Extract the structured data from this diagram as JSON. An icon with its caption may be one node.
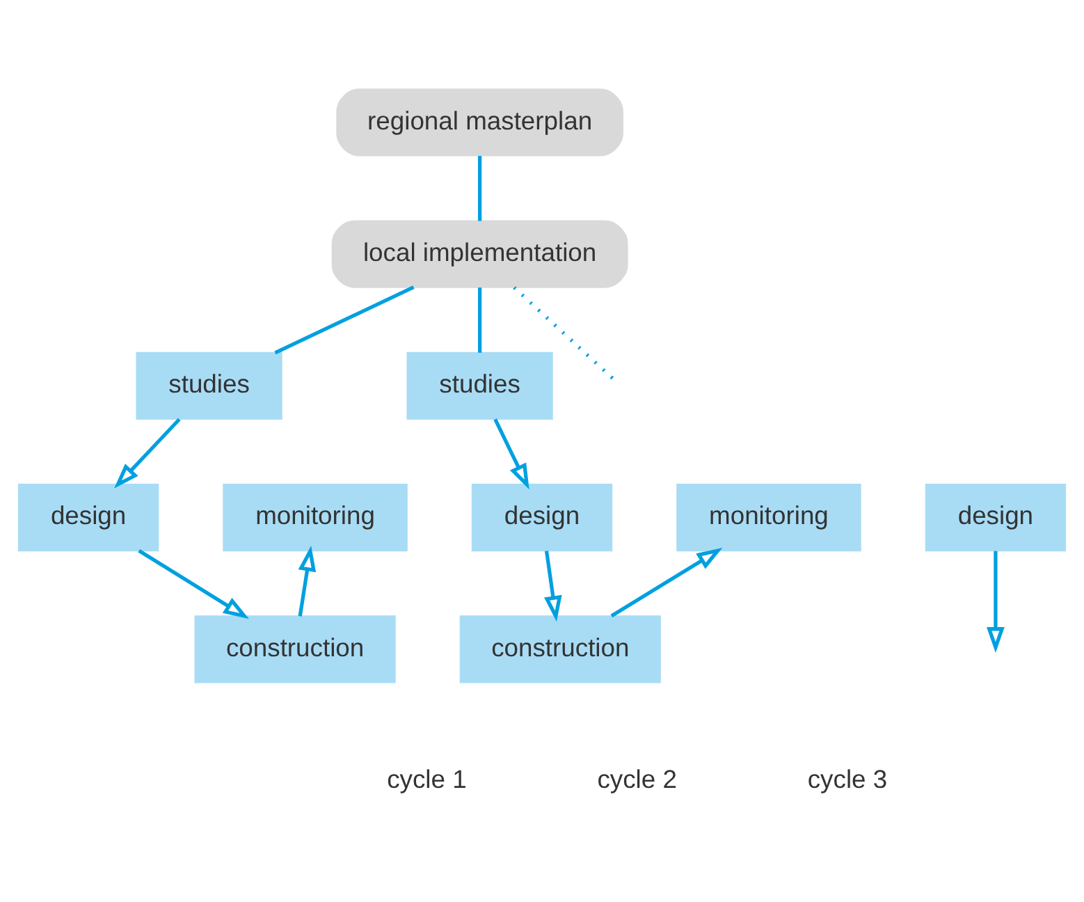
{
  "diagram": {
    "nodes": [
      {
        "text": [
          "regional masterplan"
        ]
      },
      {
        "text": [
          "local implementation"
        ]
      },
      {
        "text": [
          "studies"
        ]
      },
      {
        "text": [
          "design"
        ]
      },
      {
        "text": [
          "monitoring"
        ]
      },
      {
        "text": [
          "construction"
        ]
      },
      {
        "text": [
          "studies"
        ]
      },
      {
        "text": [
          "design"
        ]
      },
      {
        "text": [
          "monitoring"
        ]
      },
      {
        "text": [
          "construction"
        ]
      },
      {
        "text": [
          "design"
        ]
      }
    ],
    "edges": [
      {
        "from": 0,
        "to": 1,
        "arrow": "none"
      },
      {
        "from": 1,
        "to": 2,
        "arrow": "none"
      },
      {
        "from": 1,
        "to": 6,
        "arrow": "none"
      },
      {
        "from": 1,
        "to": null,
        "arrow": "none",
        "style": "dashed"
      },
      {
        "from": 2,
        "to": 3,
        "arrow": "to"
      },
      {
        "from": 3,
        "to": 5,
        "arrow": "to"
      },
      {
        "from": 5,
        "to": 4,
        "arrow": "to"
      },
      {
        "from": 6,
        "to": 7,
        "arrow": "to"
      },
      {
        "from": 7,
        "to": 9,
        "arrow": "to"
      },
      {
        "from": 9,
        "to": 8,
        "arrow": "to"
      },
      {
        "from": 10,
        "to": null,
        "arrow": "to"
      }
    ],
    "labels": [
      "cycle 1",
      "cycle 2",
      "cycle 3"
    ]
  }
}
